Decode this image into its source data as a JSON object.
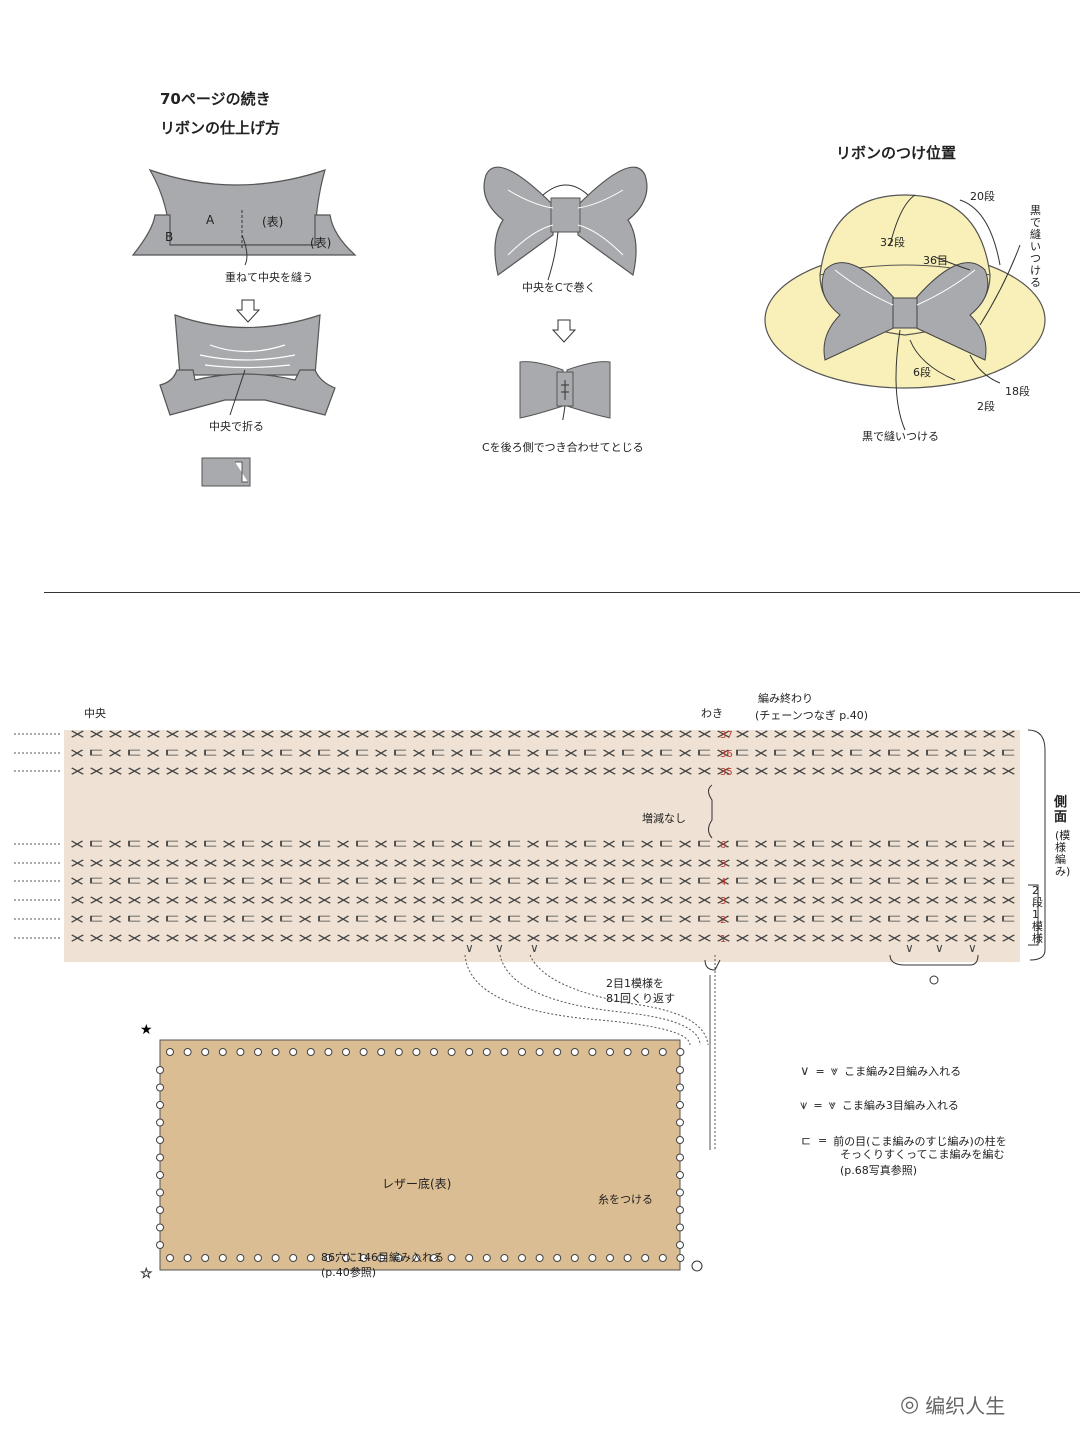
{
  "top": {
    "cont_label": "70ページの続き",
    "finish_title": "リボンの仕上げ方",
    "position_title": "リボンのつけ位置"
  },
  "ribbon_steps": {
    "label_A": "A",
    "label_B": "B",
    "label_front1": "(表)",
    "label_front2": "(表)",
    "overlap_sew": "重ねて中央を縫う",
    "fold_center": "中央で折る",
    "wrap_C": "中央をCで巻く",
    "close_C": "Cを後ろ側でつき合わせてとじる"
  },
  "hat": {
    "r20": "20段",
    "r32": "32段",
    "r36": "36目",
    "r6": "6段",
    "r2": "2段",
    "r18": "18段",
    "sew_black_top": "黒で縫いつける",
    "sew_black_bottom": "黒で縫いつける"
  },
  "chart": {
    "center_label": "中央",
    "side_label": "わき",
    "end_note": "編み終わり",
    "end_note2": "(チェーンつなぎ p.40)",
    "no_change": "増減なし",
    "side_section": "側面",
    "side_section_sub": "(模様編み)",
    "two_rows": "2段1模様",
    "repeat1": "2目1模様を",
    "repeat2": "81回くり返す",
    "row_numbers": [
      "37",
      "36",
      "35",
      "6",
      "5",
      "4",
      "3",
      "2",
      "1"
    ]
  },
  "base": {
    "label": "レザー底(表)",
    "attach": "糸をつける",
    "holes1": "86穴に146目編み入れる",
    "holes2": "(p.40参照)"
  },
  "legend": {
    "l1": "こま編み2目編み入れる",
    "l2": "こま編み3目編み入れる",
    "l3a": "前の目(こま編みのすじ編み)の柱を",
    "l3b": "そっくりすくってこま編みを編む",
    "l3c": "(p.68写真参照)",
    "eq": "="
  },
  "watermark": "编织人生",
  "colors": {
    "ribbon": "#a9aaad",
    "hat": "#f8f0b8",
    "chart_bg": "#efe2d4",
    "leather": "#dbbd93"
  }
}
